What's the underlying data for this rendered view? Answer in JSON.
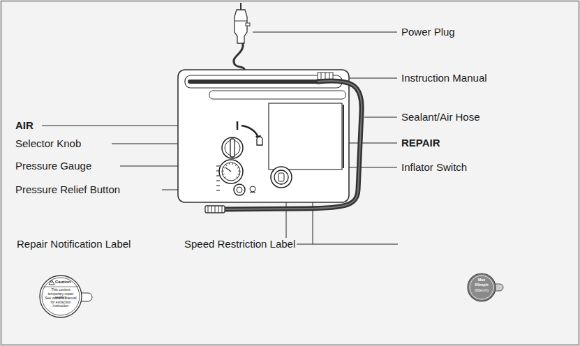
{
  "diagram": {
    "labels": [
      "Power Plug",
      "Instruction Manual",
      "Sealant/Air Hose",
      "AIR",
      "Selector Knob",
      "REPAIR",
      "Pressure Gauge",
      "Inflator Switch",
      "Pressure Relief Button",
      "Repair Notification Label",
      "Speed Restriction Label",
      "Caution",
      "This content temporary repair sealant",
      "See owner's manual for extraction instruction",
      "Max",
      "55mph",
      "(80km/h)"
    ]
  }
}
